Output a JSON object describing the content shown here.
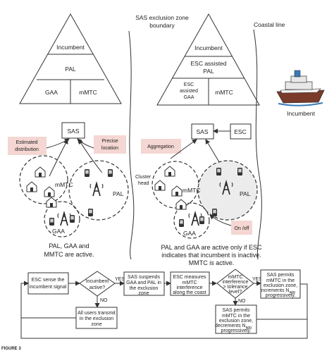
{
  "left_panel": {
    "pyramid_top": "Incumbent",
    "pyramid_mid": "PAL",
    "pyramid_bl": "GAA",
    "pyramid_br": "mMTC",
    "sas": "SAS",
    "callout_estimated": [
      "Estimated",
      "distribution"
    ],
    "callout_precise": [
      "Precise",
      "location"
    ],
    "cluster_mmtc": "mMTC",
    "cluster_pal": "PAL",
    "cluster_gaa": "GAA",
    "caption": [
      "PAL, GAA and",
      "MMTC are active."
    ]
  },
  "boundary_label": [
    "SAS exclusion zone",
    "boundary"
  ],
  "coastal_label": "Coastal line",
  "right_panel": {
    "pyramid_top": "Incumbent",
    "pyramid_mid": [
      "ESC assisted",
      "PAL"
    ],
    "pyramid_bl": [
      "ESC",
      "assisted",
      "GAA"
    ],
    "pyramid_br": "mMTC",
    "sas": "SAS",
    "esc": "ESC",
    "callout_aggregation": "Aggregation",
    "cluster_head": [
      "Cluster",
      "head"
    ],
    "cluster_mmtc": "mMTC",
    "cluster_pal": "PAL",
    "cluster_gaa": "GAA",
    "onoff": "On /off",
    "caption": [
      "PAL and GAA are active only if ESC",
      "indicates that incumbent is inactive.",
      "MMTC is active."
    ]
  },
  "incumbent_ship_label": "Incumbent",
  "flowchart": {
    "esc_sense": [
      "ESC sense the",
      "incumbent signal"
    ],
    "incumbent_active": [
      "Incumbent",
      "active?"
    ],
    "all_users": [
      "All users transmit",
      "in the exclusion",
      "zone"
    ],
    "sas_suspends": [
      "SAS suspends",
      "GAA and PAL in",
      "the exclusion",
      "zone"
    ],
    "esc_measures": [
      "ESC measures",
      "mMTC",
      "interference",
      "along the coast"
    ],
    "mmtc_interference": [
      "mMTC",
      "interference",
      "> tolerance",
      "level?"
    ],
    "sas_permits_inc": [
      "SAS permits",
      "mMTC in the",
      "exclusion zone,",
      "increments N",
      "progressively."
    ],
    "sas_permits_dec": [
      "SAS permits",
      "mMTC in the",
      "exclusion zone,",
      "decrements N",
      "progressively."
    ],
    "subscript": "agg",
    "yes": "YES",
    "no": "NO"
  },
  "figure_caption": "FIGURE 3"
}
